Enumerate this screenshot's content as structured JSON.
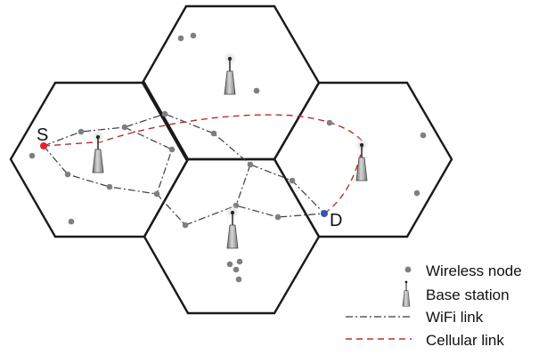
{
  "labels": {
    "source": "S",
    "destination": "D"
  },
  "legend": {
    "wireless_node": "Wireless node",
    "base_station": "Base station",
    "wifi_link": "WiFi link",
    "cellular_link": "Cellular link"
  },
  "colors": {
    "hex_stroke": "#1a1a1a",
    "node": "#7f7f7f",
    "wifi_link": "#3c3c3c",
    "cellular_link": "#b5302a",
    "source": "#e8202a",
    "destination": "#2f56b4",
    "base_station_fill": "#9a9a9a"
  },
  "icons": {
    "node": "filled-circle",
    "base_station": "antenna-tower-icon"
  }
}
